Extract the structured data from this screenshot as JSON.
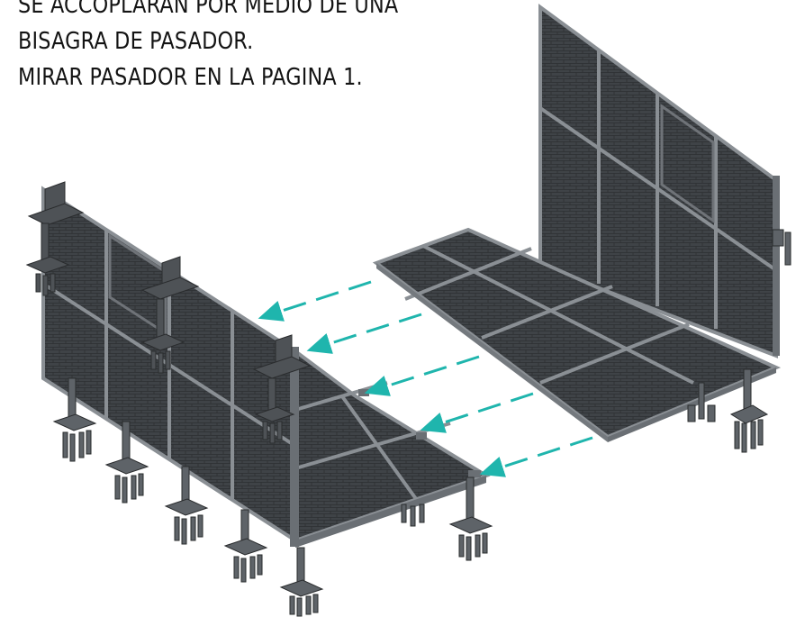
{
  "notes": {
    "line1": "SE ACCOPLARÁN POR MEDIO DE UNA",
    "line2": "BISAGRA DE PASADOR.",
    "line3": "MIRAR PASADOR EN LA PAGINA 1."
  },
  "colors": {
    "arrow": "#1fb5ad",
    "panel": "#3e4246",
    "frame": "#8a8f94",
    "steel": "#5e6368",
    "background": "#ffffff"
  }
}
